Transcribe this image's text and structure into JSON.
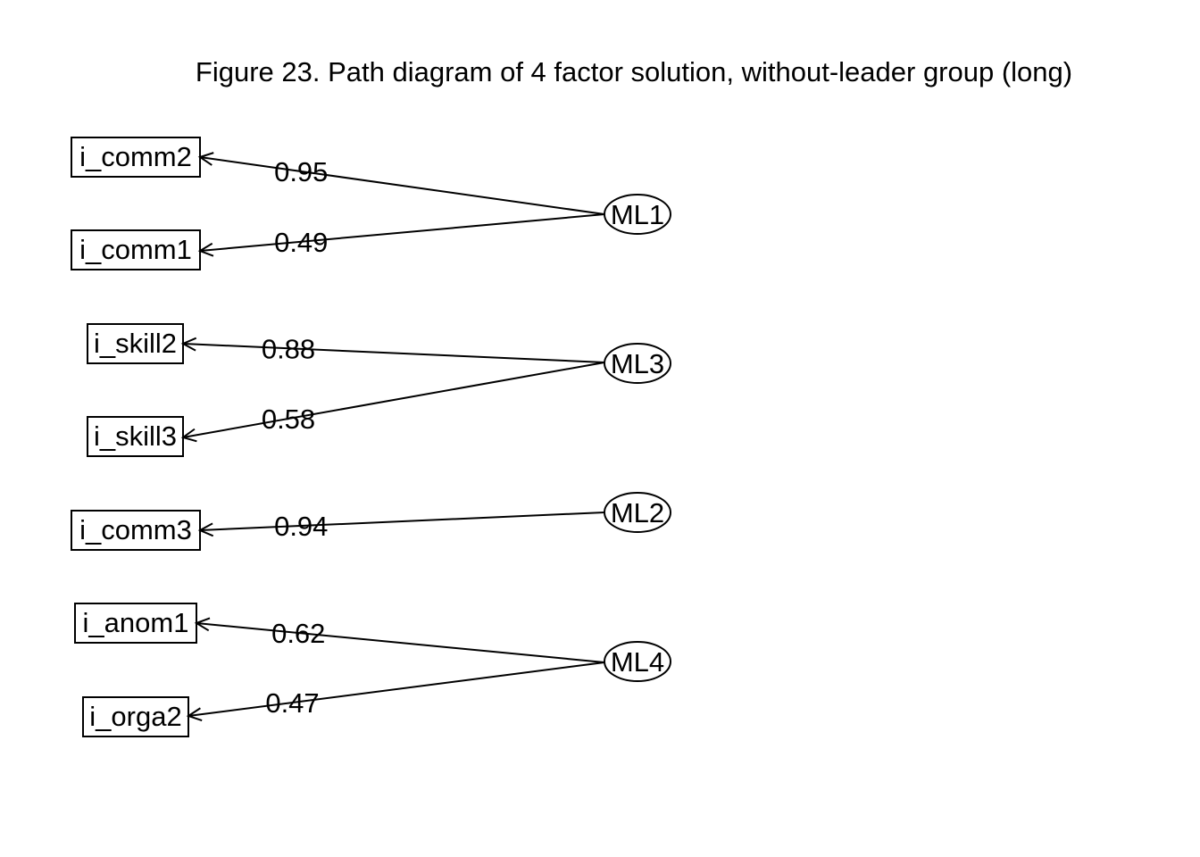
{
  "title": "Figure 23. Path diagram of 4 factor solution, without-leader group (long)",
  "factors": [
    {
      "id": "ML1",
      "label": "ML1"
    },
    {
      "id": "ML3",
      "label": "ML3"
    },
    {
      "id": "ML2",
      "label": "ML2"
    },
    {
      "id": "ML4",
      "label": "ML4"
    }
  ],
  "indicators": [
    {
      "id": "i_comm2",
      "label": "i_comm2"
    },
    {
      "id": "i_comm1",
      "label": "i_comm1"
    },
    {
      "id": "i_skill2",
      "label": "i_skill2"
    },
    {
      "id": "i_skill3",
      "label": "i_skill3"
    },
    {
      "id": "i_comm3",
      "label": "i_comm3"
    },
    {
      "id": "i_anom1",
      "label": "i_anom1"
    },
    {
      "id": "i_orga2",
      "label": "i_orga2"
    }
  ],
  "loadings": [
    {
      "from": "ML1",
      "to": "i_comm2",
      "value": "0.95"
    },
    {
      "from": "ML1",
      "to": "i_comm1",
      "value": "0.49"
    },
    {
      "from": "ML3",
      "to": "i_skill2",
      "value": "0.88"
    },
    {
      "from": "ML3",
      "to": "i_skill3",
      "value": "0.58"
    },
    {
      "from": "ML2",
      "to": "i_comm3",
      "value": "0.94"
    },
    {
      "from": "ML4",
      "to": "i_anom1",
      "value": "0.62"
    },
    {
      "from": "ML4",
      "to": "i_orga2",
      "value": "0.47"
    }
  ]
}
